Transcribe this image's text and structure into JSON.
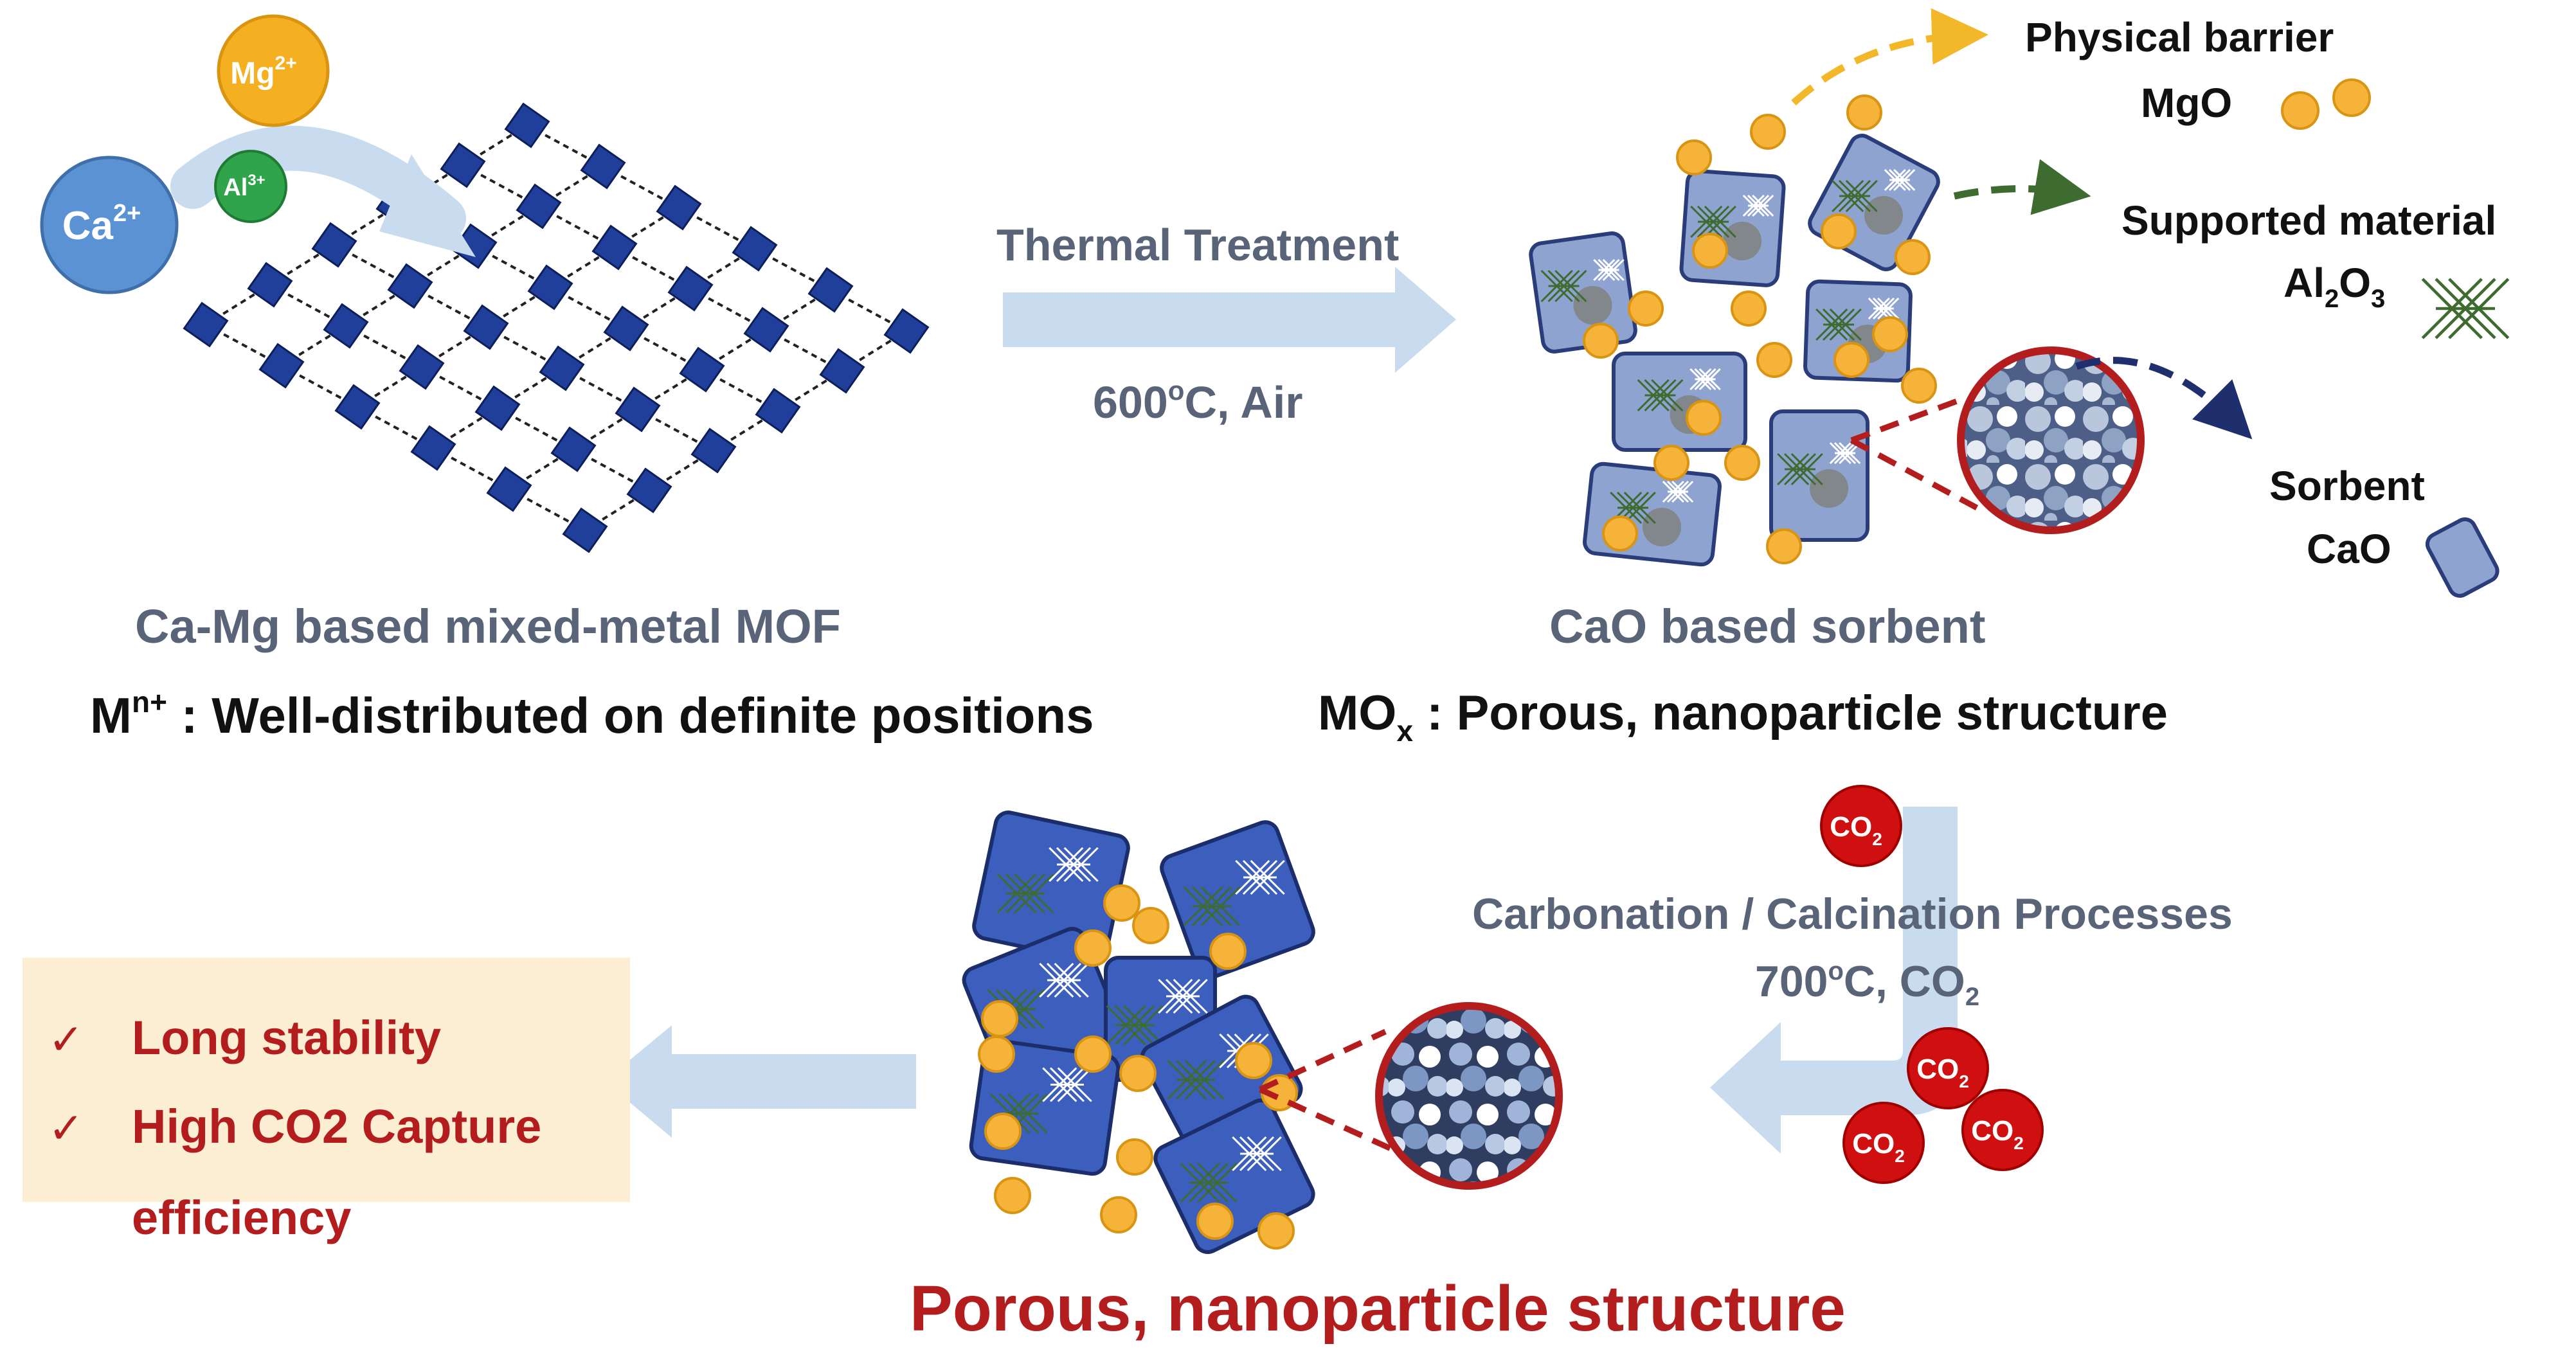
{
  "ions": {
    "ca": "Ca",
    "ca_charge": "2+",
    "mg": "Mg",
    "mg_charge": "2+",
    "al": "Al",
    "al_charge": "3+"
  },
  "top_arrow": {
    "label": "Thermal Treatment",
    "temp_value": "600",
    "temp_sup": "o",
    "temp_rest": "C, Air"
  },
  "mof": {
    "title": "Ca-Mg based mixed-metal MOF",
    "desc_m": "M",
    "desc_sup": "n+",
    "desc_rest": " : Well-distributed on definite positions"
  },
  "sorbent": {
    "title": "CaO based sorbent",
    "desc_m": "MO",
    "desc_sub": "x",
    "desc_rest": " : Porous, nanoparticle structure"
  },
  "legend": {
    "barrier_title": "Physical barrier",
    "barrier_name": "MgO",
    "support_title": "Supported material",
    "support_name_main": "Al",
    "support_sub1": "2",
    "support_mid": "O",
    "support_sub2": "3",
    "sorbent_title": "Sorbent",
    "sorbent_name": "CaO"
  },
  "process": {
    "label": "Carbonation / Calcination Processes",
    "temp_value": "700",
    "temp_sup": "o",
    "temp_rest": "C, CO",
    "temp_sub": "2"
  },
  "co2": {
    "text": "CO",
    "sub": "2"
  },
  "result_box": {
    "items": [
      "Long  stability",
      "High CO2 Capture",
      "efficiency"
    ],
    "check": "✓"
  },
  "bottom_caption": "Porous, nanoparticle structure",
  "colors": {
    "label_gray": "#5a6478",
    "dark_red": "#b41d1d",
    "arrow_blue": "#c9dcef",
    "block_fill": "#8fa3d0",
    "block_fill_dark": "#3c5fbd",
    "mof_node": "#1f3f9a",
    "mgo": "#f5b33a",
    "al2o3": "#3e6b2f",
    "co2_red": "#d01010",
    "box_fill": "#fbeed3"
  }
}
